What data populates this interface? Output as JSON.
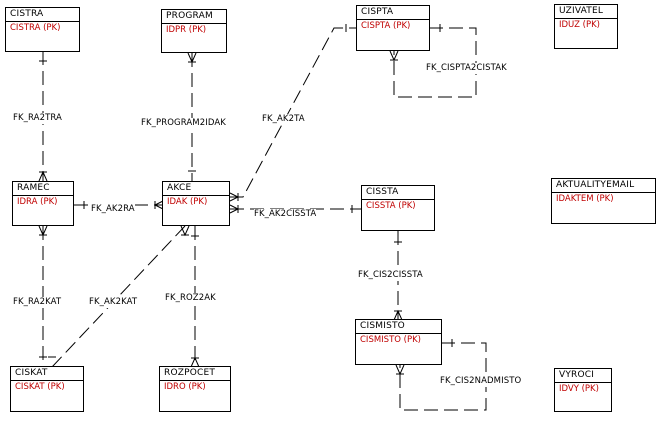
{
  "entities": {
    "cistra": {
      "name": "CISTRA",
      "pk": "CISTRA (PK)"
    },
    "program": {
      "name": "PROGRAM",
      "pk": "IDPR (PK)"
    },
    "cispta": {
      "name": "CISPTA",
      "pk": "CISPTA (PK)"
    },
    "uzivatel": {
      "name": "UZIVATEL",
      "pk": "IDUZ (PK)"
    },
    "ramec": {
      "name": "RAMEC",
      "pk": "IDRA (PK)"
    },
    "akce": {
      "name": "AKCE",
      "pk": "IDAK (PK)"
    },
    "cissta": {
      "name": "CISSTA",
      "pk": "CISSTA (PK)"
    },
    "aktualityemail": {
      "name": "AKTUALITYEMAIL",
      "pk": "IDAKTEM (PK)"
    },
    "cismisto": {
      "name": "CISMISTO",
      "pk": "CISMISTO (PK)"
    },
    "ciskat": {
      "name": "CISKAT",
      "pk": "CISKAT (PK)"
    },
    "rozpocet": {
      "name": "ROZPOCET",
      "pk": "IDRO (PK)"
    },
    "vyroci": {
      "name": "VYROCI",
      "pk": "IDVY (PK)"
    }
  },
  "relationships": {
    "fk_ra2tra": "FK_RA2TRA",
    "fk_program2idak": "FK_PROGRAM2IDAK",
    "fk_ak2ta": "FK_AK2TA",
    "fk_cispta2cistak": "FK_CISPTA2CISTAK",
    "fk_ak2ra": "FK_AK2RA",
    "fk_ak2cissta": "FK_AK2CISSTA",
    "fk_ra2kat": "FK_RA2KAT",
    "fk_ak2kat": "FK_AK2KAT",
    "fk_roz2ak": "FK_ROZ2AK",
    "fk_cis2cissta": "FK_CIS2CISSTA",
    "fk_cis2nadmisto": "FK_CIS2NADMISTO"
  },
  "colors": {
    "line": "#000000",
    "pk_text": "#c00000",
    "background": "#ffffff"
  }
}
